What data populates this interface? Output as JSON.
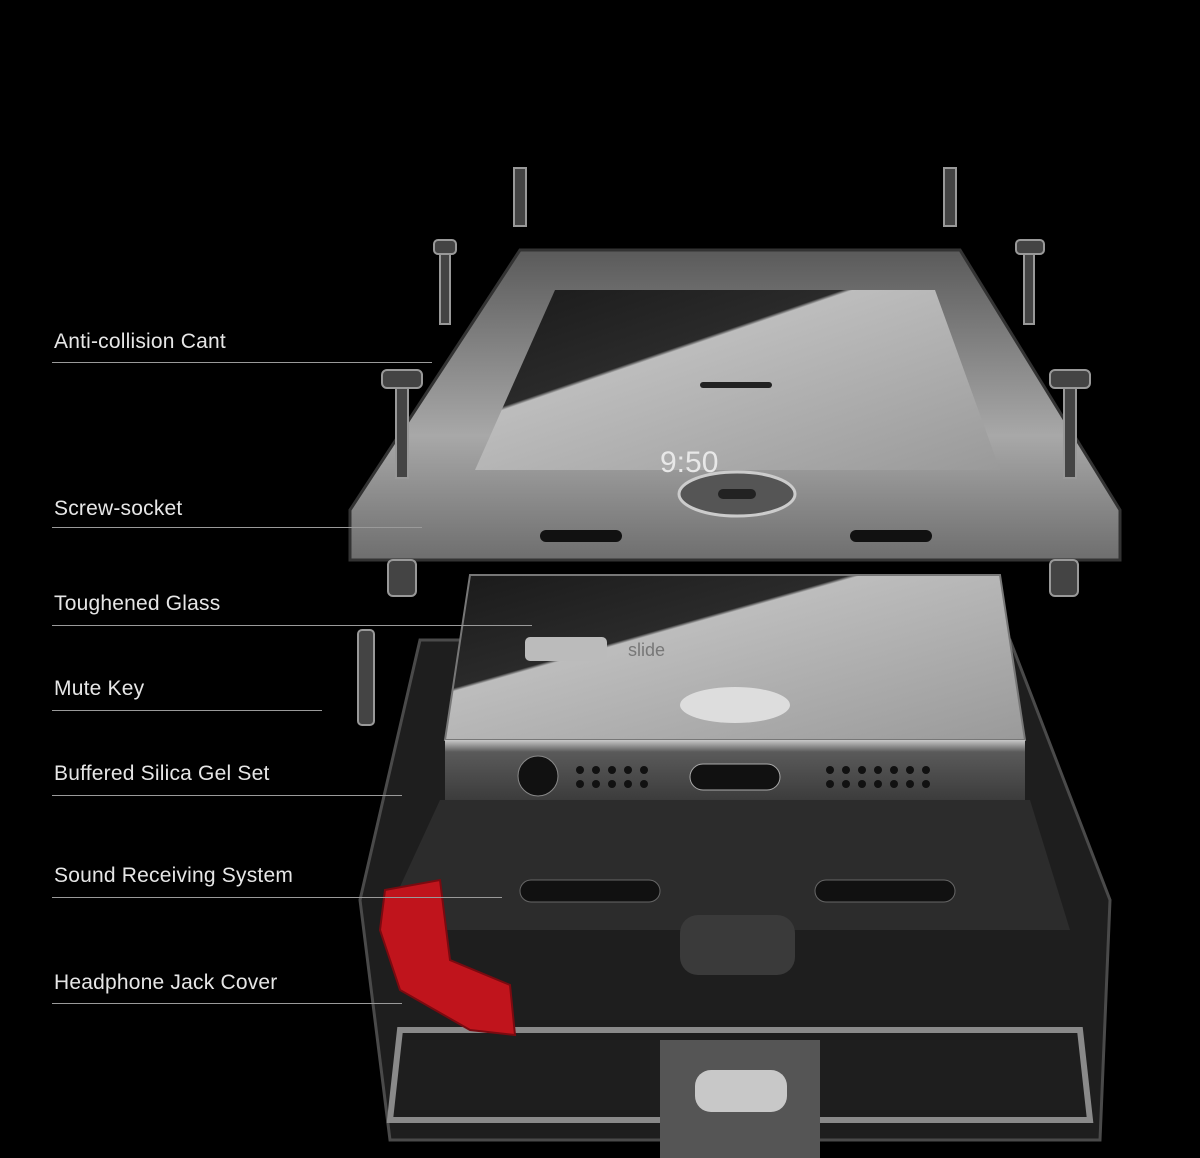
{
  "callouts": [
    {
      "label": "Anti-collision Cant"
    },
    {
      "label": "Screw-socket"
    },
    {
      "label": "Toughened Glass"
    },
    {
      "label": "Mute Key"
    },
    {
      "label": "Buffered Silica Gel Set"
    },
    {
      "label": "Sound Receiving System"
    },
    {
      "label": "Headphone Jack Cover"
    }
  ],
  "phone_screen": {
    "time": "9:50",
    "slide_text": "slide"
  },
  "colors": {
    "background": "#000000",
    "frame": "#8c8c8c",
    "case": "#2a2a2a",
    "jack_cover": "#c0141c",
    "label": "#e6e6e6"
  }
}
